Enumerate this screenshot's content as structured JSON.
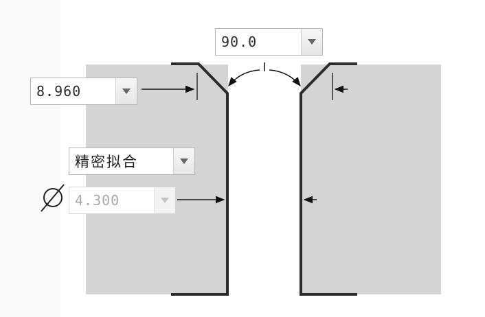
{
  "angle_field": {
    "value": "90.0"
  },
  "width_field": {
    "value": "8.960"
  },
  "fit_select": {
    "value": "精密拟合"
  },
  "diameter_field": {
    "value": "4.300",
    "disabled": true
  },
  "icons": {
    "diameter": "diameter-symbol-icon",
    "dropdown": "triangle-down-icon"
  },
  "colors": {
    "block_fill": "#d4d4d4",
    "outline": "#2b2b2b",
    "dimension": "#111111",
    "disabled_text": "#a8a8a8"
  }
}
